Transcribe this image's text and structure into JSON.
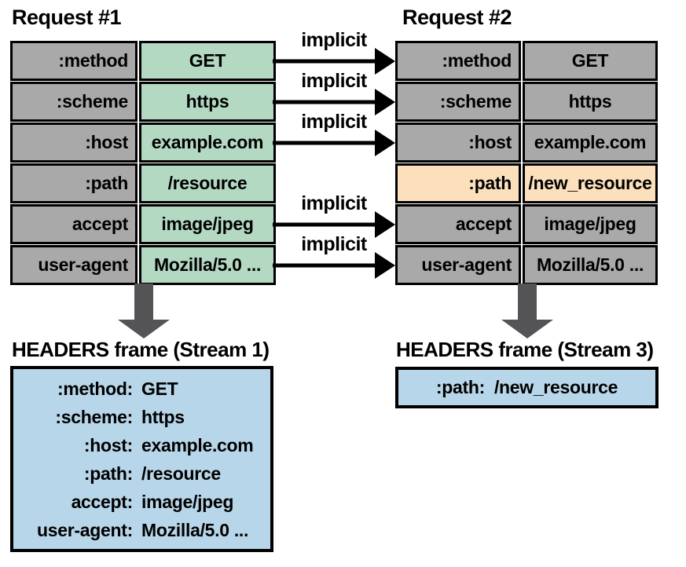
{
  "request1": {
    "title": "Request #1",
    "rows": [
      {
        "key": ":method",
        "value": "GET"
      },
      {
        "key": ":scheme",
        "value": "https"
      },
      {
        "key": ":host",
        "value": "example.com"
      },
      {
        "key": ":path",
        "value": "/resource"
      },
      {
        "key": "accept",
        "value": "image/jpeg"
      },
      {
        "key": "user-agent",
        "value": "Mozilla/5.0 ..."
      }
    ]
  },
  "request2": {
    "title": "Request #2",
    "rows": [
      {
        "key": ":method",
        "value": "GET"
      },
      {
        "key": ":scheme",
        "value": "https"
      },
      {
        "key": ":host",
        "value": "example.com"
      },
      {
        "key": ":path",
        "value": "/new_resource",
        "highlight": true
      },
      {
        "key": "accept",
        "value": "image/jpeg"
      },
      {
        "key": "user-agent",
        "value": "Mozilla/5.0 ..."
      }
    ]
  },
  "implicit_label": "implicit",
  "implicit_arrow_rows": [
    0,
    1,
    2,
    4,
    5
  ],
  "frame1": {
    "title": "HEADERS frame (Stream 1)",
    "lines": [
      {
        "key": ":method:",
        "value": "GET"
      },
      {
        "key": ":scheme:",
        "value": "https"
      },
      {
        "key": ":host:",
        "value": "example.com"
      },
      {
        "key": ":path:",
        "value": "/resource"
      },
      {
        "key": "accept:",
        "value": "image/jpeg"
      },
      {
        "key": "user-agent:",
        "value": "Mozilla/5.0 ..."
      }
    ]
  },
  "frame3": {
    "title": "HEADERS frame (Stream 3)",
    "lines": [
      {
        "key": ":path:",
        "value": "/new_resource"
      }
    ]
  },
  "colors": {
    "gray": "#a9a9a9",
    "green": "#b4d9c3",
    "orange": "#fce0bc",
    "blue": "#b8d6e9",
    "arrow_gray": "#545456"
  }
}
